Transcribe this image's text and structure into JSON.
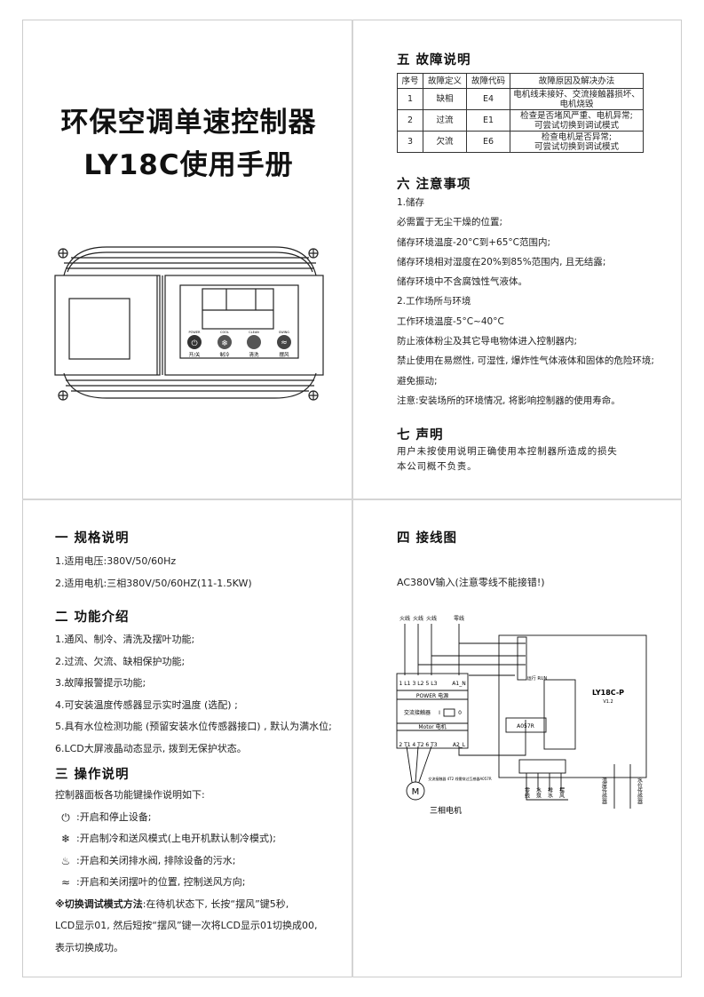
{
  "cover": {
    "title_line1": "环保空调单速控制器",
    "title_line2": "LY18C使用手册",
    "device_buttons": [
      {
        "top": "POWER",
        "label": "开/关",
        "icon": "power-icon"
      },
      {
        "top": "COOL",
        "label": "制冷",
        "icon": "snowflake-icon"
      },
      {
        "top": "CLEAN",
        "label": "清洗",
        "icon": "drain-icon"
      },
      {
        "top": "SWING",
        "label": "摆风",
        "icon": "swing-icon"
      }
    ]
  },
  "fault": {
    "heading": "五 故障说明",
    "columns": [
      "序号",
      "故障定义",
      "故障代码",
      "故障原因及解决办法"
    ],
    "rows": [
      {
        "no": "1",
        "name": "缺相",
        "code": "E4",
        "reason1": "电机线未接好、交流接触器损坏、",
        "reason2": "电机烧毁"
      },
      {
        "no": "2",
        "name": "过流",
        "code": "E1",
        "reason1": "检查是否堵风严重、电机异常;",
        "reason2": "可尝试切换到调试模式"
      },
      {
        "no": "3",
        "name": "欠流",
        "code": "E6",
        "reason1": "检查电机是否异常;",
        "reason2": "可尝试切换到调试模式"
      }
    ]
  },
  "notes": {
    "heading": "六 注意事项",
    "lines": [
      "1.储存",
      "必需置于无尘干燥的位置;",
      "储存环境温度-20°C到+65°C范围内;",
      "储存环境相对湿度在20%到85%范围内, 且无结露;",
      "储存环境中不含腐蚀性气液体。",
      "2.工作场所与环境",
      "工作环境温度-5°C~40°C",
      "防止液体粉尘及其它导电物体进入控制器内;",
      "禁止使用在易燃性, 可湿性, 爆炸性气体液体和固体的危险环境;",
      "避免振动;",
      "注意:安装场所的环境情况, 将影响控制器的使用寿命。"
    ]
  },
  "statement": {
    "heading": "七 声明",
    "line1": "用户未按使用说明正确使用本控制器所造成的损失",
    "line2": "本公司概不负责。"
  },
  "specs": {
    "heading": "一 规格说明",
    "lines": [
      "1.适用电压:380V/50/60Hz",
      "2.适用电机:三相380V/50/60HZ(11-1.5KW)"
    ]
  },
  "functions": {
    "heading": "二 功能介绍",
    "lines": [
      "1.通风、制冷、清洗及摆叶功能;",
      "2.过流、欠流、缺相保护功能;",
      "3.故障报警提示功能;",
      "4.可安装温度传感器显示实时温度 (选配) ;",
      "5.具有水位检测功能 (预留安装水位传感器接口) , 默认为满水位;",
      "6.LCD大屏液晶动态显示, 拨到无保护状态。"
    ]
  },
  "operation": {
    "heading": "三 操作说明",
    "intro": "控制器面板各功能键操作说明如下:",
    "keys": [
      {
        "icon": "power-icon",
        "glyph": "⏻",
        "text": ":开启和停止设备;"
      },
      {
        "icon": "snowflake-icon",
        "glyph": "❄",
        "text": ":开启制冷和送风模式(上电开机默认制冷模式);"
      },
      {
        "icon": "drain-icon",
        "glyph": "♨",
        "text": ":开启和关闭排水阀, 排除设备的污水;"
      },
      {
        "icon": "swing-icon",
        "glyph": "≈",
        "text": ":开启和关闭摆叶的位置, 控制送风方向;"
      }
    ],
    "debug_bold": "※切换调试模式方法",
    "debug_rest": ":在待机状态下, 长按“摆风”键5秒,",
    "debug_line2": "LCD显示01, 然后短按“摆风”键一次将LCD显示01切换成00,",
    "debug_line3": "表示切换成功。"
  },
  "wiring": {
    "heading": "四 接线图",
    "note": "AC380V输入(注意零线不能接错!)",
    "live": [
      "火线",
      "火线",
      "火线"
    ],
    "neutral": "零线",
    "top_terminals": [
      "1 L1",
      "3 L2",
      "5 L3",
      "",
      "A1_N"
    ],
    "bottom_terminals": [
      "2 T1",
      "4 T2",
      "6 T3",
      "",
      "A2_L"
    ],
    "power_label": "POWER 电源",
    "contactor_label": "交流接触器",
    "switch_i": "I",
    "switch_o": "0",
    "motor_label": "Motor 电机",
    "ct_label": "A057R",
    "board_model": "LY18C-P",
    "board_version": "V1.2",
    "run_label": "运行 RUN",
    "ct_note": "交流接触器 4T2 线需穿过互感器A057R",
    "outputs": [
      "零线",
      "水泵",
      "排水",
      "摆风"
    ],
    "sensors": [
      "温度传感器",
      "水位传感器"
    ],
    "motor_symbol": "M",
    "motor_name": "三相电机"
  }
}
